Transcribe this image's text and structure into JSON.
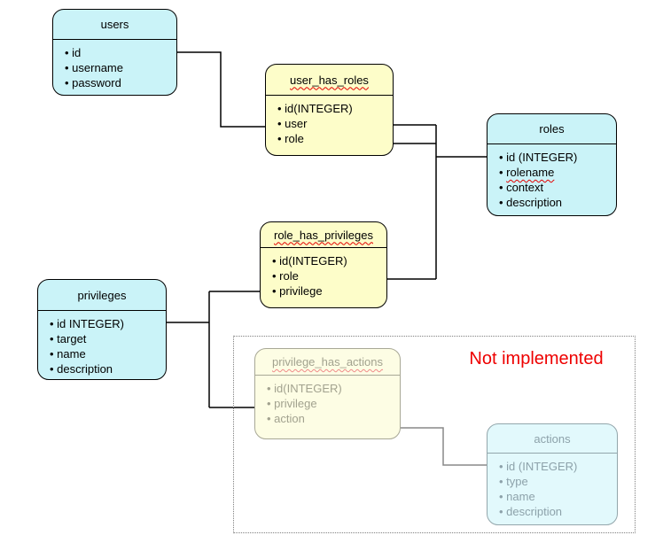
{
  "diagram": {
    "type": "entity-relationship-diagram",
    "not_implemented": {
      "label": "Not implemented",
      "color": "#ee0000"
    },
    "colors": {
      "table_cyan": "#caf3f8",
      "table_yellow": "#fdfdc9",
      "faded_cyan": "#e2f9fc",
      "faded_yellow": "#fdfde4",
      "border": "#000000",
      "faded_border": "#9aa5a0",
      "line": "#000000",
      "faded_line": "#888888",
      "spellcheck_underline": "#e40000"
    },
    "tables": [
      {
        "id": "users",
        "title": "users",
        "fields": [
          "id",
          "username",
          "password"
        ]
      },
      {
        "id": "user_has_roles",
        "title": "user_has_roles",
        "fields": [
          "id(INTEGER)",
          "user",
          "role"
        ]
      },
      {
        "id": "roles",
        "title": "roles",
        "fields": [
          "id (INTEGER)",
          "rolename",
          "context",
          "description"
        ]
      },
      {
        "id": "role_has_privileges",
        "title": "role_has_privileges",
        "fields": [
          "id(INTEGER)",
          "role",
          "privilege"
        ]
      },
      {
        "id": "privileges",
        "title": "privileges",
        "fields": [
          "id INTEGER)",
          "target",
          "name",
          "description"
        ]
      },
      {
        "id": "privilege_has_actions",
        "title": "privilege_has_actions",
        "fields": [
          "id(INTEGER)",
          "privilege",
          "action"
        ]
      },
      {
        "id": "actions",
        "title": "actions",
        "fields": [
          "id (INTEGER)",
          "type",
          "name",
          "description"
        ]
      }
    ],
    "connections": [
      {
        "from": "users",
        "to": "user_has_roles"
      },
      {
        "from": "user_has_roles",
        "to": "roles"
      },
      {
        "from": "roles",
        "to": "role_has_privileges"
      },
      {
        "from": "privileges",
        "to": "role_has_privileges"
      },
      {
        "from": "privileges",
        "to": "privilege_has_actions"
      },
      {
        "from": "privilege_has_actions",
        "to": "actions"
      }
    ]
  }
}
